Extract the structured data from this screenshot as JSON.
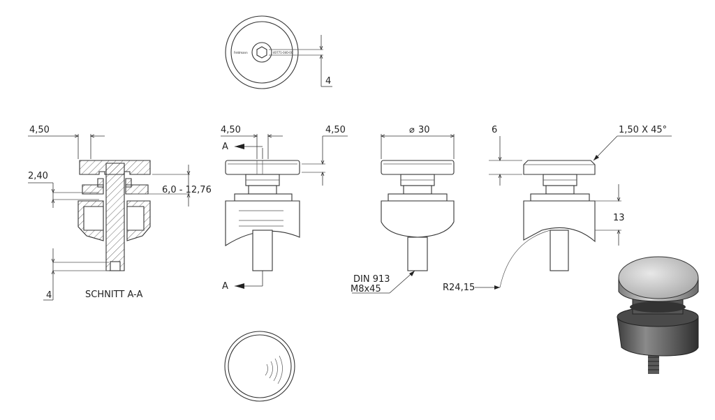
{
  "dimensions": {
    "section_top_width": "4,50",
    "section_thread": "2,40",
    "section_bottom": "4",
    "clamp_range": "6,0 - 12,76",
    "front_width": "4,50",
    "front_height": "4,50",
    "top_view_offset": "4",
    "diameter": "30",
    "cap_height": "6",
    "chamfer": "1,50 X 45°",
    "body_height": "13",
    "radius": "R24,15"
  },
  "labels": {
    "section_title": "SCHNITT A-A",
    "section_marker_top": "A",
    "section_marker_bottom": "A",
    "screw_line1": "DIN 913",
    "screw_line2": "M8x45",
    "diameter_symbol": "⌀",
    "brand_left": "Feldmann",
    "brand_right": "40771-040-00"
  },
  "colors": {
    "line": "#333333",
    "metal_light": "#cfcfcf",
    "metal_dark": "#5a5a5a"
  }
}
